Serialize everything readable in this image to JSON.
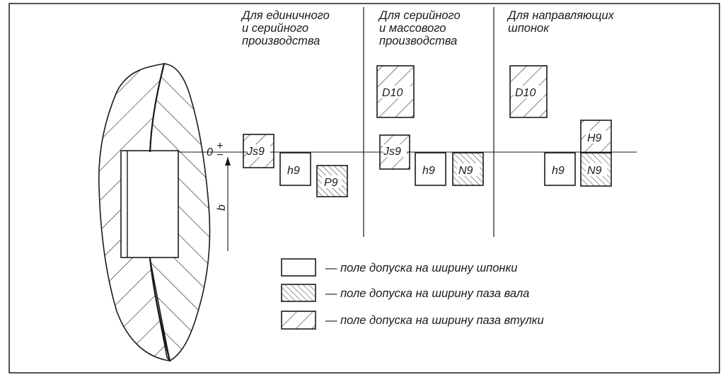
{
  "columns": [
    {
      "lines": [
        "Для единичного",
        "и серийного",
        "производства"
      ]
    },
    {
      "lines": [
        "Для серийного",
        "и массового",
        "производства"
      ]
    },
    {
      "lines": [
        "Для направляющих",
        "шпонок"
      ]
    }
  ],
  "axis": {
    "zero": "0",
    "plus": "+",
    "minus": "−",
    "dimension": "b"
  },
  "fields": {
    "js9_a": "Js9",
    "h9_a": "h9",
    "p9": "P9",
    "d10_b": "D10",
    "js9_b": "Js9",
    "h9_b": "h9",
    "n9_b": "N9",
    "d10_c": "D10",
    "h9_c": "h9",
    "h9_hub": "H9",
    "n9_c": "N9"
  },
  "legend": [
    {
      "style": "blank",
      "text": "— поле допуска на ширину шпонки"
    },
    {
      "style": "shaft",
      "text": "— поле допуска на ширину паза вала"
    },
    {
      "style": "hub",
      "text": "— поле допуска на ширину паза втулки"
    }
  ]
}
